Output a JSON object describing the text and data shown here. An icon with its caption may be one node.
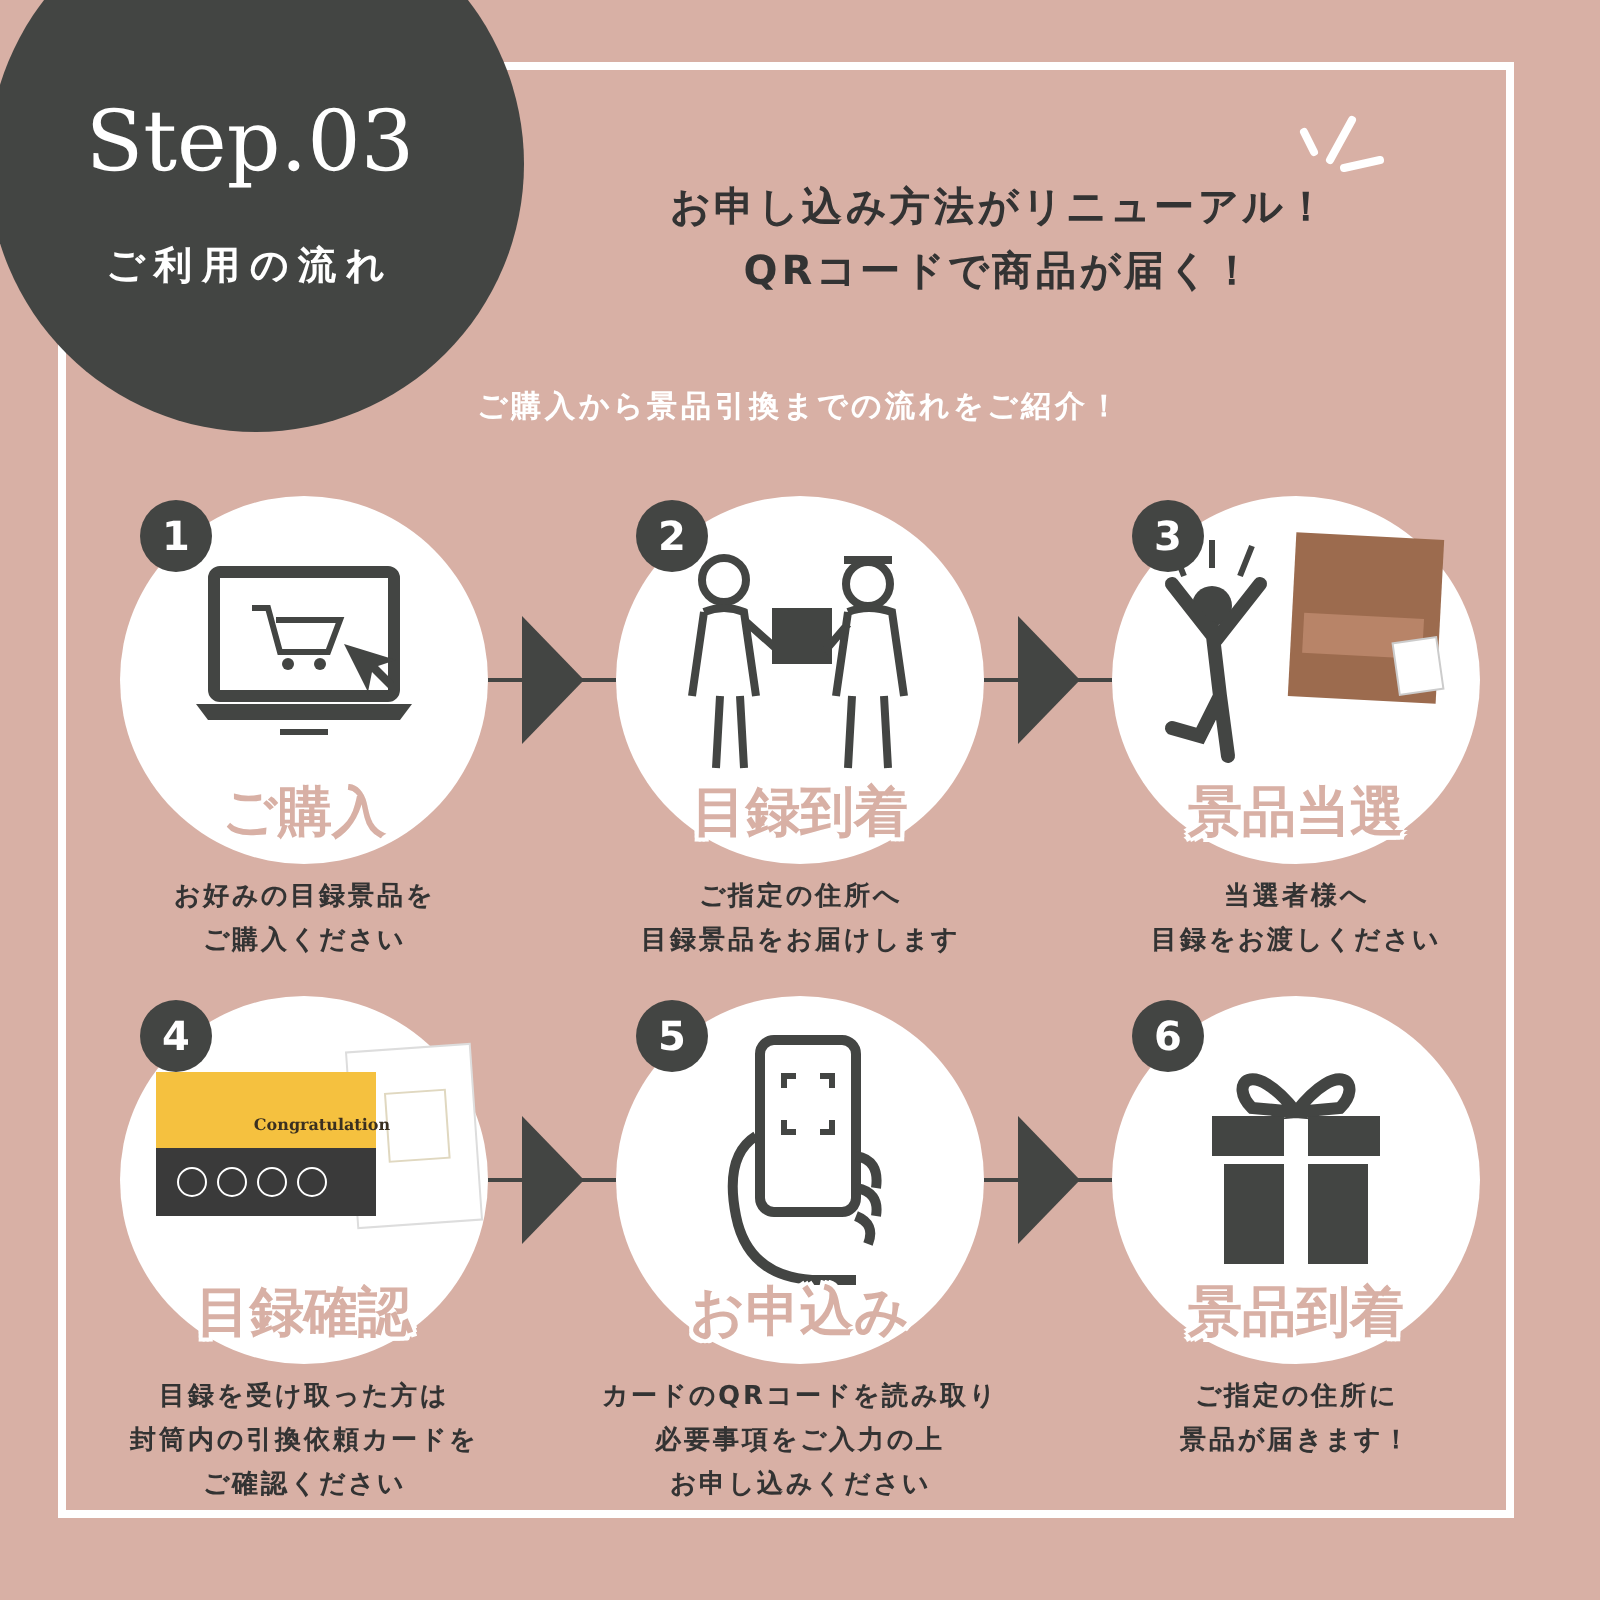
{
  "diagram": {
    "nodes": [
      {
        "text": [
          "Step.03",
          "ご利用の流れ"
        ]
      },
      {
        "text": [
          "1",
          "ご購入"
        ],
        "beside": [
          "お好みの目録景品を",
          "ご購入ください"
        ]
      },
      {
        "text": [
          "2",
          "目録到着"
        ],
        "beside": [
          "ご指定の住所へ",
          "目録景品をお届けします"
        ]
      },
      {
        "text": [
          "3",
          "景品当選"
        ],
        "beside": [
          "当選者様へ",
          "目録をお渡しください"
        ]
      },
      {
        "text": [
          "4",
          "目録確認"
        ],
        "beside": [
          "目録を受け取った方は",
          "封筒内の引換依頼カードを",
          "ご確認ください"
        ]
      },
      {
        "text": [
          "5",
          "お申込み"
        ],
        "beside": [
          "カードのQRコードを読み取り",
          "必要事項をご入力の上",
          "お申し込みください"
        ]
      },
      {
        "text": [
          "6",
          "景品到着"
        ],
        "beside": [
          "ご指定の住所に",
          "景品が届きます！"
        ]
      }
    ],
    "edges": [
      {
        "from": 1,
        "to": 2,
        "arrow": "to"
      },
      {
        "from": 2,
        "to": 3,
        "arrow": "to"
      },
      {
        "from": 4,
        "to": 5,
        "arrow": "to"
      },
      {
        "from": 5,
        "to": 6,
        "arrow": "to"
      }
    ],
    "labels": [
      "お申し込み方法がリニューアル！",
      "QRコードで商品が届く！",
      "ご購入から景品引換までの流れをご紹介！",
      "Congratulation"
    ]
  }
}
